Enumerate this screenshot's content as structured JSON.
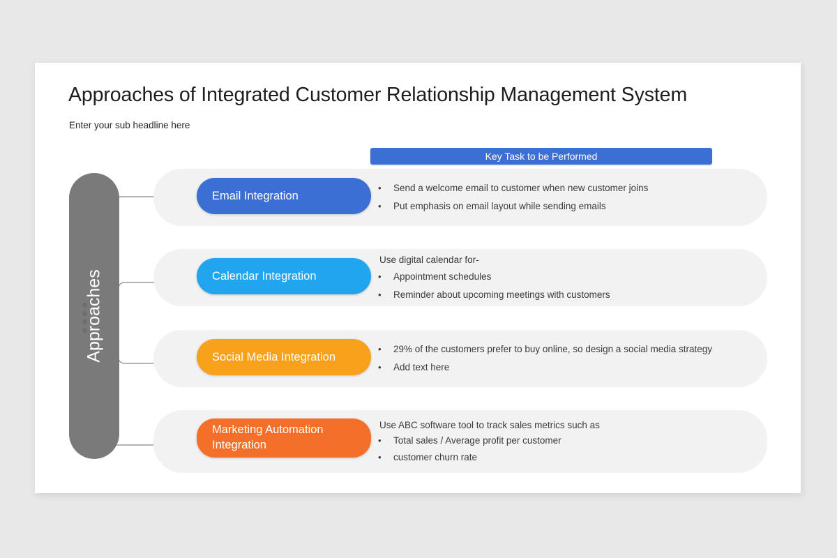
{
  "slide": {
    "title": "Approaches of Integrated Customer Relationship Management System",
    "subtitle": "Enter your sub headline here",
    "banner_label": "Key Task to be Performed",
    "side_label": "Approaches"
  },
  "colors": {
    "page_background": "#e8e8e8",
    "slide_background": "#ffffff",
    "banner": "#3b6fd4",
    "side_pill": "#7a7a7a",
    "row_background": "#f2f2f2",
    "tag_email": "#3b6fd4",
    "tag_calendar": "#21a5ee",
    "tag_social": "#f9a11b",
    "tag_marketing": "#f4702a",
    "connector": "#9a9a9a",
    "dot": "#6f6f6f",
    "body_text": "#3a3a3a",
    "title_text": "#1d1d1d"
  },
  "rows": [
    {
      "tag": "Email Integration",
      "lead": "",
      "bullets": [
        "Send a welcome email to customer when new customer joins",
        "Put emphasis on email layout while sending emails"
      ]
    },
    {
      "tag": "Calendar Integration",
      "lead": "Use digital calendar for-",
      "bullets": [
        "Appointment schedules",
        "Reminder about upcoming meetings with customers"
      ]
    },
    {
      "tag": "Social Media Integration",
      "lead": "",
      "bullets": [
        "29% of the customers prefer  to buy online, so design a social media strategy",
        "Add text here"
      ]
    },
    {
      "tag": "Marketing Automation Integration",
      "lead": "Use ABC software tool to track sales metrics such as",
      "bullets": [
        "Total sales / Average profit per customer",
        "customer churn rate"
      ]
    }
  ],
  "bullet_mark": "•"
}
